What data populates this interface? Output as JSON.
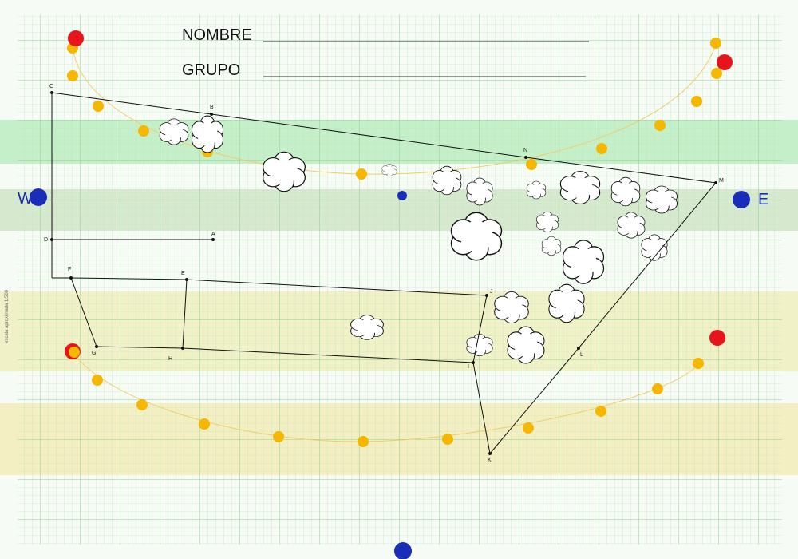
{
  "header": {
    "name_label": "NOMBRE",
    "group_label": "GRUPO"
  },
  "compass": {
    "west": "W",
    "east": "E"
  },
  "side_note": "escala aproximada 1:500",
  "colors": {
    "grid": "#a7dca7",
    "band_green": "#bfeec4",
    "band_yellow": "#f3f0c0",
    "sun_yellow": "#f5b700",
    "sun_red": "#e8141b",
    "marker_blue": "#1a2db8",
    "outline": "#111111"
  },
  "points": [
    {
      "id": "A",
      "label": "A"
    },
    {
      "id": "B",
      "label": "B"
    },
    {
      "id": "C",
      "label": "C"
    },
    {
      "id": "D",
      "label": "D"
    },
    {
      "id": "E",
      "label": "E"
    },
    {
      "id": "F",
      "label": "F"
    },
    {
      "id": "G",
      "label": "G"
    },
    {
      "id": "H",
      "label": "H"
    },
    {
      "id": "I",
      "label": "I"
    },
    {
      "id": "J",
      "label": "J"
    },
    {
      "id": "K",
      "label": "K"
    },
    {
      "id": "L",
      "label": "L"
    },
    {
      "id": "M",
      "label": "M"
    },
    {
      "id": "N",
      "label": "N"
    }
  ],
  "edges": [
    [
      "C",
      "B"
    ],
    [
      "B",
      "N"
    ],
    [
      "N",
      "M"
    ],
    [
      "C",
      "D"
    ],
    [
      "D",
      "A"
    ],
    [
      "M",
      "L"
    ],
    [
      "L",
      "K"
    ],
    [
      "K",
      "I"
    ],
    [
      "I",
      "H"
    ],
    [
      "H",
      "G"
    ],
    [
      "G",
      "F"
    ],
    [
      "F",
      "E"
    ],
    [
      "E",
      "J"
    ],
    [
      "J",
      "I"
    ],
    [
      "E",
      "H"
    ]
  ]
}
